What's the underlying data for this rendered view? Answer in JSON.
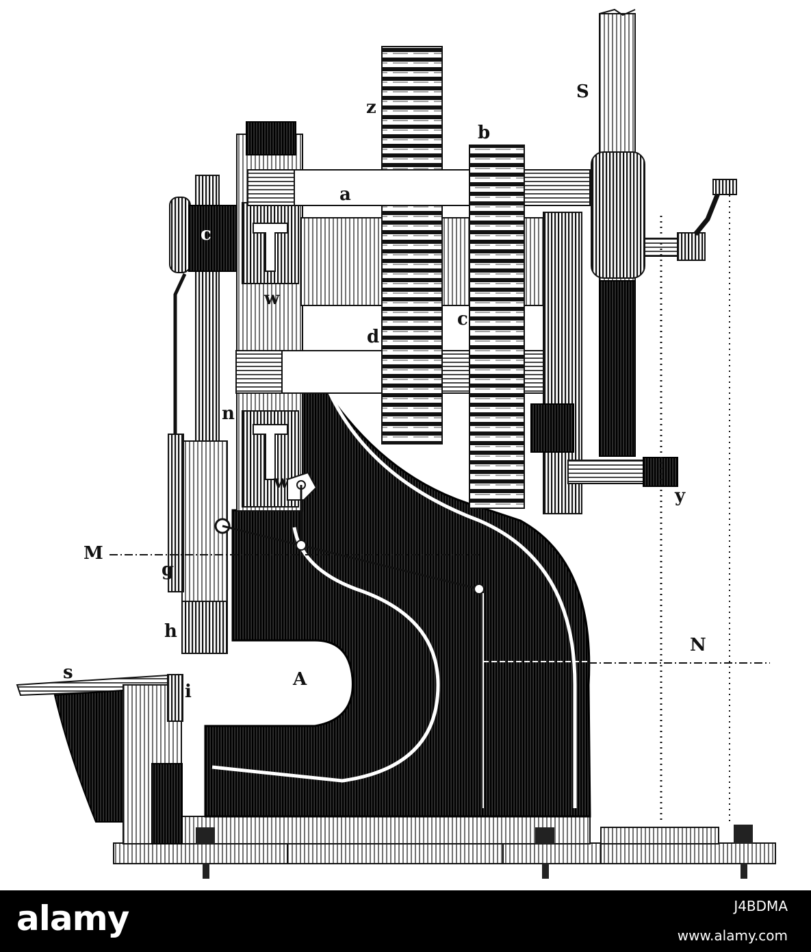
{
  "labels": {
    "z": "z",
    "S": "S",
    "b": "b",
    "a": "a",
    "c_left": "c",
    "w_top": "w",
    "c_mid": "c",
    "d": "d",
    "n": "n",
    "w_low": "w",
    "y": "y",
    "M": "M",
    "g": "g",
    "h": "h",
    "N": "N",
    "s": "s",
    "i": "i",
    "A": "A"
  },
  "watermark": {
    "logo": "alamy",
    "image_id": "J4BDMA",
    "url": "www.alamy.com"
  },
  "colors": {
    "ink": "#111111",
    "paper": "#ffffff",
    "footer": "#000000"
  }
}
